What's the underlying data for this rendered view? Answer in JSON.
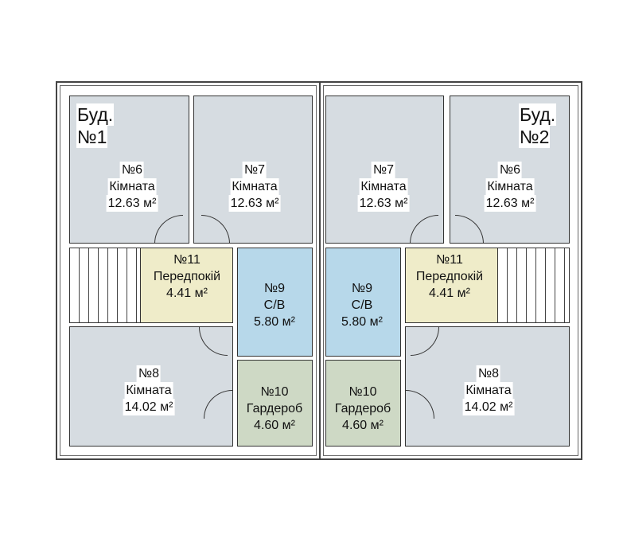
{
  "buildings": [
    {
      "title": "Буд.",
      "number": "№1",
      "rooms": {
        "r6": {
          "num": "№6",
          "name": "Кімната",
          "area": "12.63 м²"
        },
        "r7": {
          "num": "№7",
          "name": "Кімната",
          "area": "12.63 м²"
        },
        "r11": {
          "num": "№11",
          "name": "Передпокій",
          "area": "4.41 м²"
        },
        "r9": {
          "num": "№9",
          "name": "С/В",
          "area": "5.80 м²"
        },
        "r8": {
          "num": "№8",
          "name": "Кімната",
          "area": "14.02 м²"
        },
        "r10": {
          "num": "№10",
          "name": "Гардероб",
          "area": "4.60 м²"
        }
      }
    },
    {
      "title": "Буд.",
      "number": "№2",
      "rooms": {
        "r6": {
          "num": "№6",
          "name": "Кімната",
          "area": "12.63 м²"
        },
        "r7": {
          "num": "№7",
          "name": "Кімната",
          "area": "12.63 м²"
        },
        "r11": {
          "num": "№11",
          "name": "Передпокій",
          "area": "4.41 м²"
        },
        "r9": {
          "num": "№9",
          "name": "С/В",
          "area": "5.80 м²"
        },
        "r8": {
          "num": "№8",
          "name": "Кімната",
          "area": "14.02 м²"
        },
        "r10": {
          "num": "№10",
          "name": "Гардероб",
          "area": "4.60 м²"
        }
      }
    }
  ],
  "colors": {
    "room": "#d6dce1",
    "bathroom": "#b7d8ea",
    "hallway": "#efecc9",
    "wardrobe": "#ced9c5"
  }
}
